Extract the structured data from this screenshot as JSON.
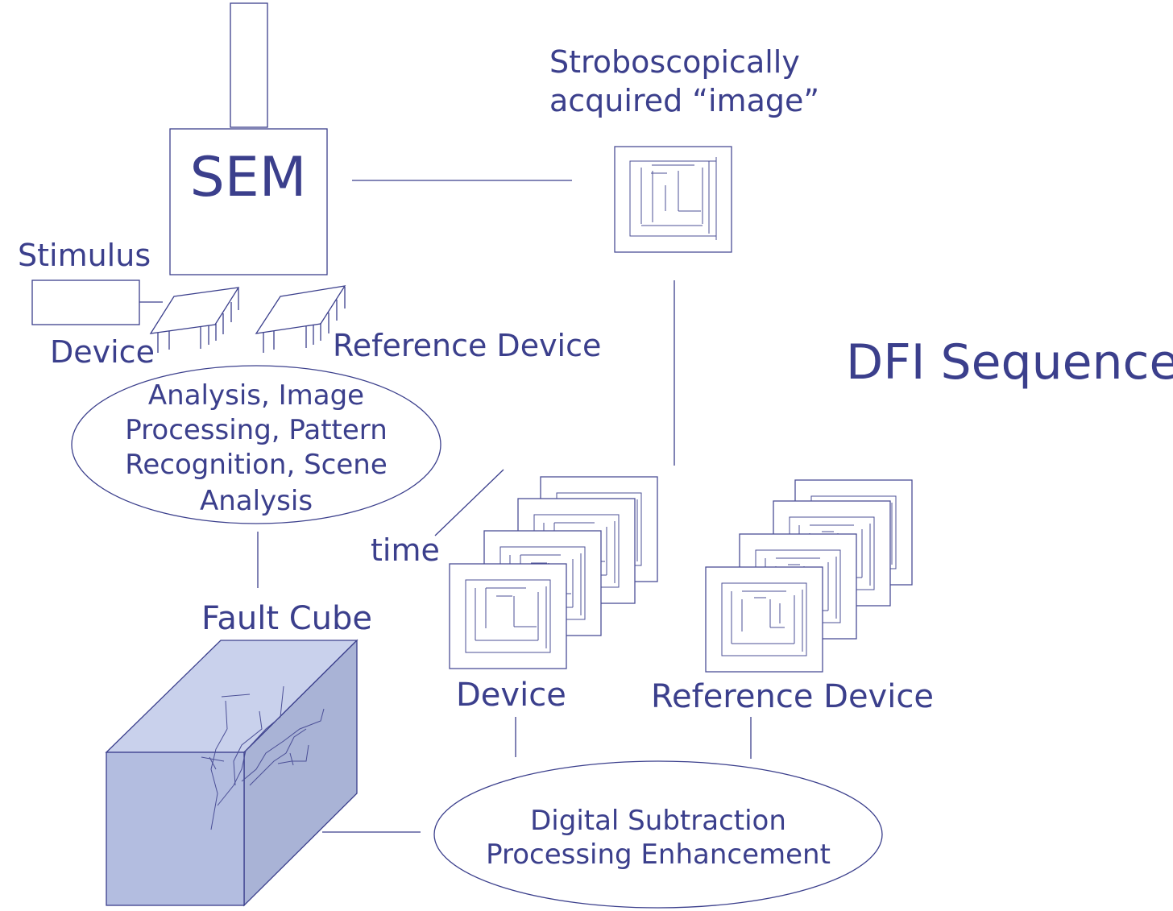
{
  "labels": {
    "sem": "SEM",
    "stimulus": "Stimulus",
    "device_top": "Device",
    "reference_device_top": "Reference Device",
    "stroboscopic_line1": "Stroboscopically",
    "stroboscopic_line2": "acquired “image”",
    "dfi_sequence": "DFI Sequence",
    "analysis_line1": "Analysis, Image",
    "analysis_line2": "Processing, Pattern",
    "analysis_line3": "Recognition, Scene",
    "analysis_line4": "Analysis",
    "time": "time",
    "fault_cube": "Fault Cube",
    "device_stack": "Device",
    "reference_device_stack": "Reference Device",
    "digital_line1": "Digital Subtraction",
    "digital_line2": "Processing Enhancement"
  },
  "colors": {
    "ink": "#3b3f8c",
    "cube_front": "#b3bde0",
    "cube_top": "#c9d1ec",
    "cube_side": "#a9b3d6"
  },
  "icons": [
    "sem-column",
    "chip-icon",
    "image-frame-icon",
    "fault-cube"
  ]
}
